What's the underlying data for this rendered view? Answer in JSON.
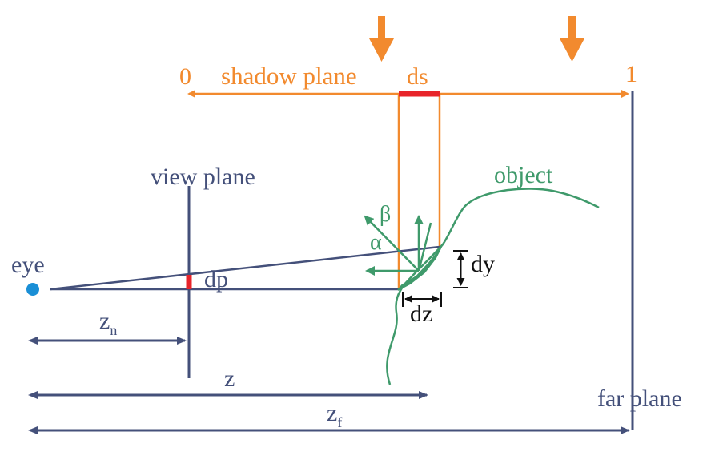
{
  "colors": {
    "orange": "#f28a2e",
    "navy": "#44507a",
    "green": "#3f9a6b",
    "red": "#e8242a",
    "eye_blue": "#1a8fd6",
    "black": "#111111"
  },
  "labels": {
    "shadow_zero": "0",
    "shadow_one": "1",
    "shadow_plane": "shadow plane",
    "ds": "ds",
    "view_plane": "view plane",
    "object": "object",
    "beta": "β",
    "alpha": "α",
    "eye": "eye",
    "dp": "dp",
    "dy": "dy",
    "dz": "dz",
    "z_n": "z",
    "z_n_sub": "n",
    "z": "z",
    "z_f": "z",
    "z_f_sub": "f",
    "far_plane": "far plane"
  }
}
